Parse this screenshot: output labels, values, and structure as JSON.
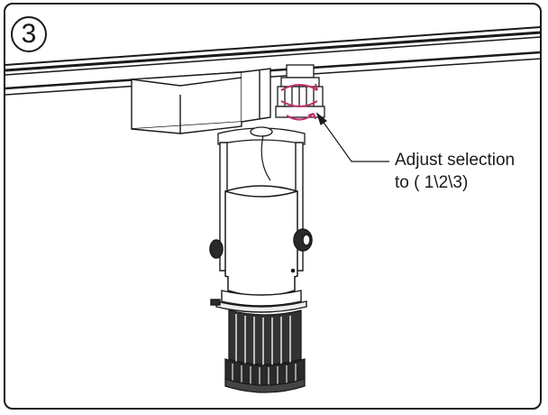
{
  "step": {
    "number": "3"
  },
  "callout": {
    "line1": "Adjust selection",
    "line2": "to ( 1\\2\\3)"
  },
  "colors": {
    "outline": "#1a1a1a",
    "accent": "#c0306a"
  },
  "icons": {
    "step_marker": "circled-number",
    "selection": "circular-arrow-icon"
  }
}
